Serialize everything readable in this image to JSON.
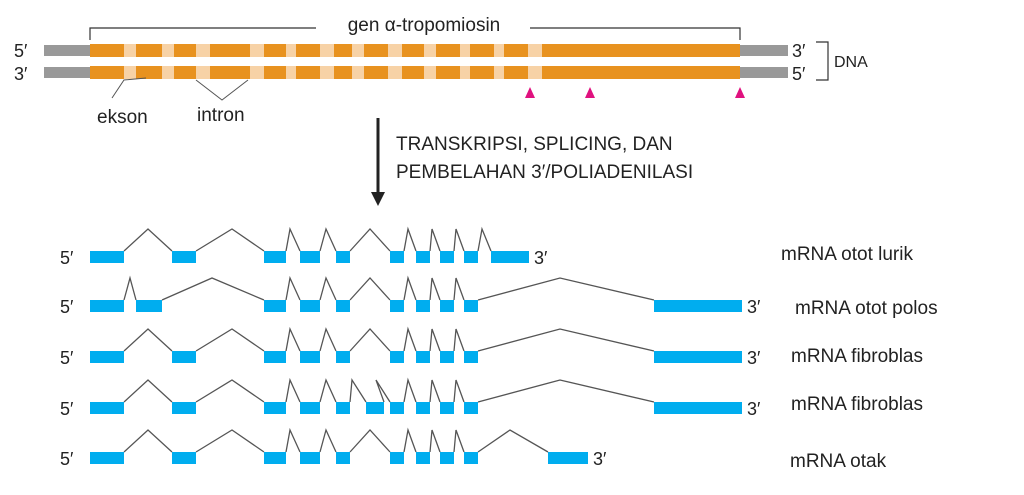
{
  "gene_label": "gen α-tropomiosin",
  "dna_label": "DNA",
  "five_prime": "5′",
  "three_prime": "3′",
  "exon_label": "ekson",
  "intron_label": "intron",
  "process_line1": "TRANSKRIPSI, SPLICING, DAN",
  "process_line2": "PEMBELAHAN 3′/POLIADENILASI",
  "colors": {
    "gene_orange": "#e8921f",
    "gene_intron": "#f7d2a6",
    "flank_gray": "#999999",
    "mrna_blue": "#00adef",
    "poly_a_marker": "#e0117f"
  },
  "mrnas": [
    {
      "label": "mRNA otot lurik"
    },
    {
      "label": "mRNA otot polos"
    },
    {
      "label": "mRNA fibroblas"
    },
    {
      "label": "mRNA fibroblas"
    },
    {
      "label": "mRNA otak"
    }
  ]
}
